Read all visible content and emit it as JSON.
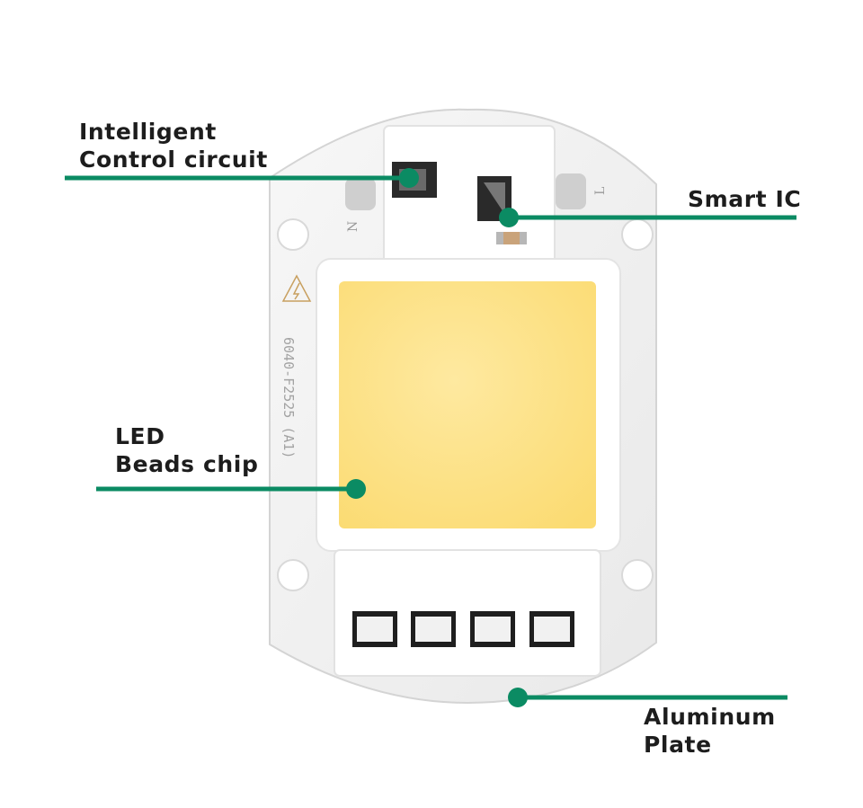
{
  "callouts": {
    "control_circuit": {
      "line1": "Intelligent",
      "line2": "Control circuit"
    },
    "smart_ic": {
      "line1": "Smart IC"
    },
    "led_chip": {
      "line1": "LED",
      "line2": "Beads chip"
    },
    "aluminum_plate": {
      "line1": "Aluminum",
      "line2": "Plate"
    }
  },
  "board_markings": {
    "pin_n": "N",
    "pin_l": "L",
    "model": "6040-F2525 (A1)"
  },
  "colors": {
    "callout_line": "#0b8b63",
    "led_surface": "#fde38a",
    "board": "#f4f4f4",
    "label_text": "#1d1d1d"
  }
}
